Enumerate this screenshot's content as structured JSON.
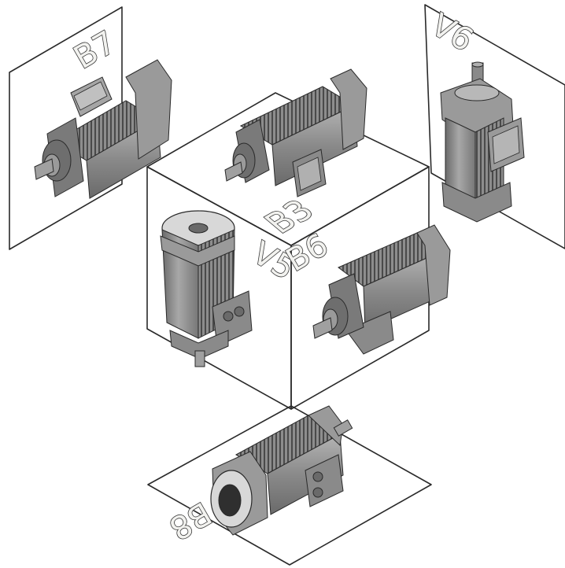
{
  "labels": {
    "b7": "B7",
    "v6": "V6",
    "b3": "B3",
    "v5": "V5",
    "b6": "B6",
    "b8": "B8"
  },
  "colors": {
    "plane": "#c9c9c3",
    "cube_top": "#d3d3cd",
    "cube_left": "#cbcbc5",
    "cube_right": "#c2c2bc",
    "motor_body": "#8e8e8e",
    "motor_dark": "#5a5a5a",
    "motor_light": "#b8b8b8"
  }
}
